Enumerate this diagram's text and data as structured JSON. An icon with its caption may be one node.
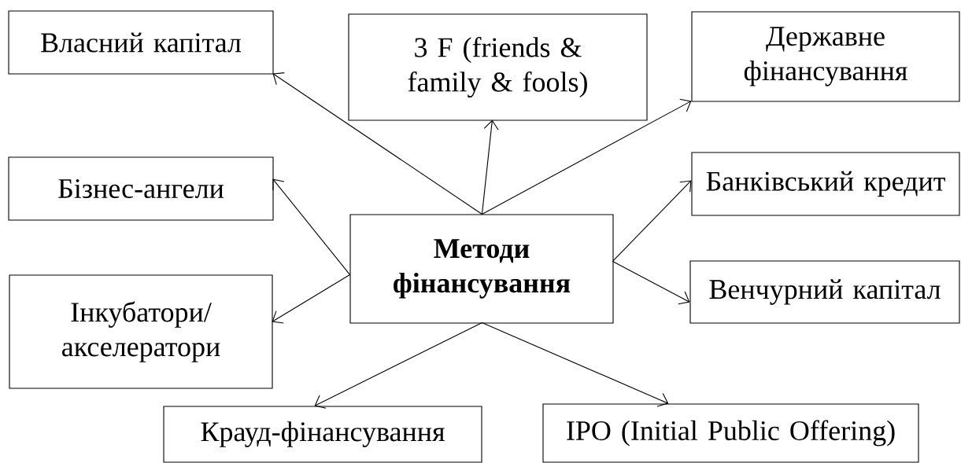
{
  "diagram": {
    "nodes": [
      {
        "text": [
          "**Методи фінансування**"
        ]
      },
      {
        "text": [
          "Власний капітал"
        ]
      },
      {
        "text": [
          "3 F (friends & family & fools)"
        ]
      },
      {
        "text": [
          "Державне фінансування"
        ]
      },
      {
        "text": [
          "Бізнес-ангели"
        ]
      },
      {
        "text": [
          "Банківський кредит"
        ]
      },
      {
        "text": [
          "Інкубатори/ акселератори"
        ]
      },
      {
        "text": [
          "Венчурний капітал"
        ]
      },
      {
        "text": [
          "Крауд-фінансування"
        ]
      },
      {
        "text": [
          "IPO (Initial Public Offering)"
        ]
      }
    ],
    "edges": [
      {
        "from": 0,
        "to": 1,
        "arrow": "to"
      },
      {
        "from": 0,
        "to": 2,
        "arrow": "to"
      },
      {
        "from": 0,
        "to": 3,
        "arrow": "to"
      },
      {
        "from": 0,
        "to": 4,
        "arrow": "to"
      },
      {
        "from": 0,
        "to": 5,
        "arrow": "to"
      },
      {
        "from": 0,
        "to": 6,
        "arrow": "to"
      },
      {
        "from": 0,
        "to": 7,
        "arrow": "to"
      },
      {
        "from": 0,
        "to": 8,
        "arrow": "to"
      },
      {
        "from": 0,
        "to": 9,
        "arrow": "to"
      }
    ]
  }
}
